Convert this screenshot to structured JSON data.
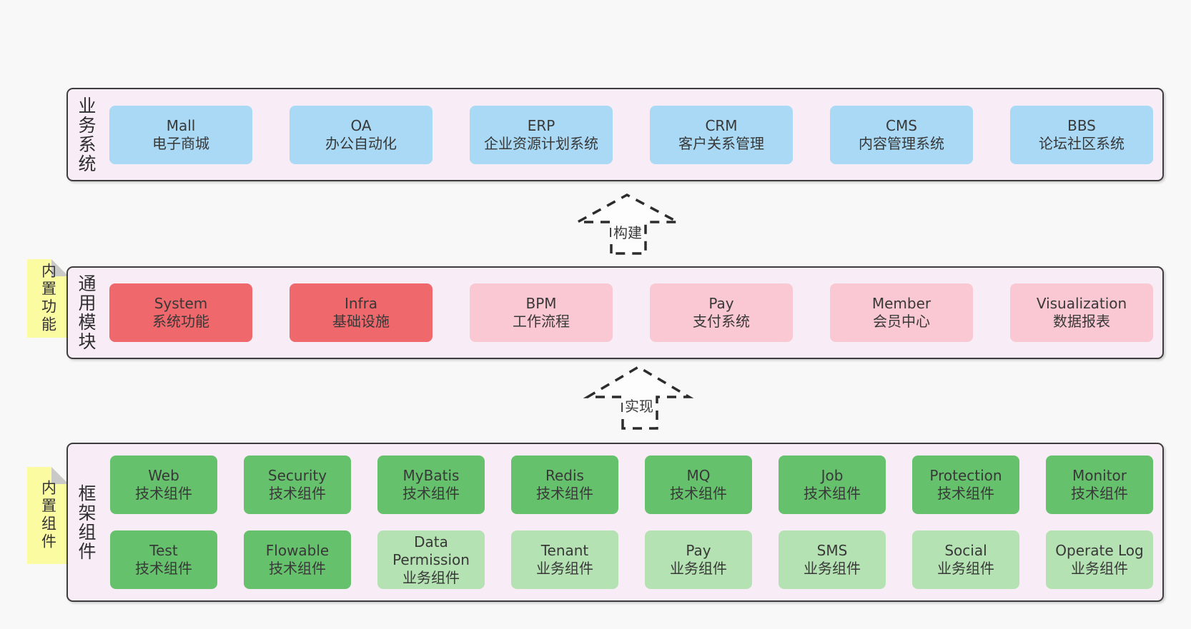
{
  "colors": {
    "page_bg": "#f8f8f8",
    "layer_bg": "#f8edf6",
    "layer_border": "#3d3d3d",
    "box_blue": "#a9d9f4",
    "box_red": "#ef686c",
    "box_pink": "#f9c8d2",
    "box_green": "#66c16d",
    "box_light_green": "#b5e2b2",
    "sticky_yellow": "#fbfba2",
    "sticky_fold_gray": "#c9c9c9",
    "text": "#383838"
  },
  "layers": [
    {
      "label": "业务系统",
      "boxes": [
        {
          "en": "Mall",
          "zh": "电子商城"
        },
        {
          "en": "OA",
          "zh": "办公自动化"
        },
        {
          "en": "ERP",
          "zh": "企业资源计划系统"
        },
        {
          "en": "CRM",
          "zh": "客户关系管理"
        },
        {
          "en": "CMS",
          "zh": "内容管理系统"
        },
        {
          "en": "BBS",
          "zh": "论坛社区系统"
        }
      ]
    },
    {
      "label": "通用模块",
      "sticky": "内置功能",
      "boxes": [
        {
          "en": "System",
          "zh": "系统功能"
        },
        {
          "en": "Infra",
          "zh": "基础设施"
        },
        {
          "en": "BPM",
          "zh": "工作流程"
        },
        {
          "en": "Pay",
          "zh": "支付系统"
        },
        {
          "en": "Member",
          "zh": "会员中心"
        },
        {
          "en": "Visualization",
          "zh": "数据报表"
        }
      ]
    },
    {
      "label": "框架组件",
      "sticky": "内置组件",
      "row1": [
        {
          "en": "Web",
          "zh": "技术组件"
        },
        {
          "en": "Security",
          "zh": "技术组件"
        },
        {
          "en": "MyBatis",
          "zh": "技术组件"
        },
        {
          "en": "Redis",
          "zh": "技术组件"
        },
        {
          "en": "MQ",
          "zh": "技术组件"
        },
        {
          "en": "Job",
          "zh": "技术组件"
        },
        {
          "en": "Protection",
          "zh": "技术组件"
        },
        {
          "en": "Monitor",
          "zh": "技术组件"
        }
      ],
      "row2": [
        {
          "en": "Test",
          "zh": "技术组件"
        },
        {
          "en": "Flowable",
          "zh": "技术组件"
        },
        {
          "en": "Data Permission",
          "zh": "业务组件"
        },
        {
          "en": "Tenant",
          "zh": "业务组件"
        },
        {
          "en": "Pay",
          "zh": "业务组件"
        },
        {
          "en": "SMS",
          "zh": "业务组件"
        },
        {
          "en": "Social",
          "zh": "业务组件"
        },
        {
          "en": "Operate Log",
          "zh": "业务组件"
        }
      ]
    }
  ],
  "arrows": [
    {
      "label": "构建"
    },
    {
      "label": "实现"
    }
  ]
}
